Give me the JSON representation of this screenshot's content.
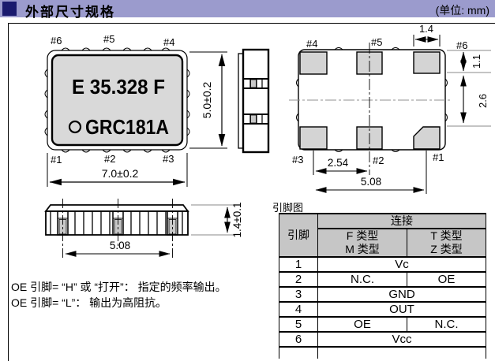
{
  "header": {
    "title": "外部尺寸规格",
    "unit_note": "(单位: mm)"
  },
  "colors": {
    "titlebar_bg": "#9b9bcd",
    "titlebar_square": "#1a1a6e",
    "package_fill": "#d9d9d9",
    "pad_fill": "#d4d4d4",
    "table_header_bg": "#c6c6c6",
    "extension_line_gray": "#a0a0a0"
  },
  "top_view": {
    "marking_line1": "E 35.328 F",
    "marking_line2": "GRC181A",
    "pin_top_left": "#6",
    "pin_top_mid": "#5",
    "pin_top_right": "#4",
    "pin_bottom_left": "#1",
    "pin_bottom_mid": "#2",
    "pin_bottom_right": "#3",
    "dim_width": "7.0±0.2",
    "dim_height": "5.0±0.2"
  },
  "bottom_view": {
    "pin_top_left": "#4",
    "pin_top_mid": "#5",
    "pin_top_right": "#6",
    "pin_bottom_left": "#3",
    "pin_bottom_mid": "#2",
    "pin_bottom_right": "#1",
    "dim_pad_width": "1.4",
    "dim_pad_height": "1.1",
    "dim_row_gap": "2.6",
    "dim_pitch": "2.54",
    "dim_span": "5.08"
  },
  "front_view": {
    "dim_span": "5.08",
    "dim_height": "1.4±0.1"
  },
  "notes": {
    "line1": "OE 引脚= “H” 或 “打开”： 指定的频率输出。",
    "line2": "OE 引脚= “L”： 输出为高阻抗。"
  },
  "pin_table": {
    "caption": "引脚图",
    "col_pin": "引脚",
    "col_connection": "连接",
    "col_f": "F 类型",
    "col_m": "M 类型",
    "col_t": "T 类型",
    "col_z": "Z 类型",
    "rows": [
      {
        "pin": "1",
        "value": "Vc"
      },
      {
        "pin": "2",
        "left": "N.C.",
        "right": "OE"
      },
      {
        "pin": "3",
        "value": "GND"
      },
      {
        "pin": "4",
        "value": "OUT"
      },
      {
        "pin": "5",
        "left": "OE",
        "right": "N.C."
      },
      {
        "pin": "6",
        "value": "Vcc"
      }
    ]
  }
}
